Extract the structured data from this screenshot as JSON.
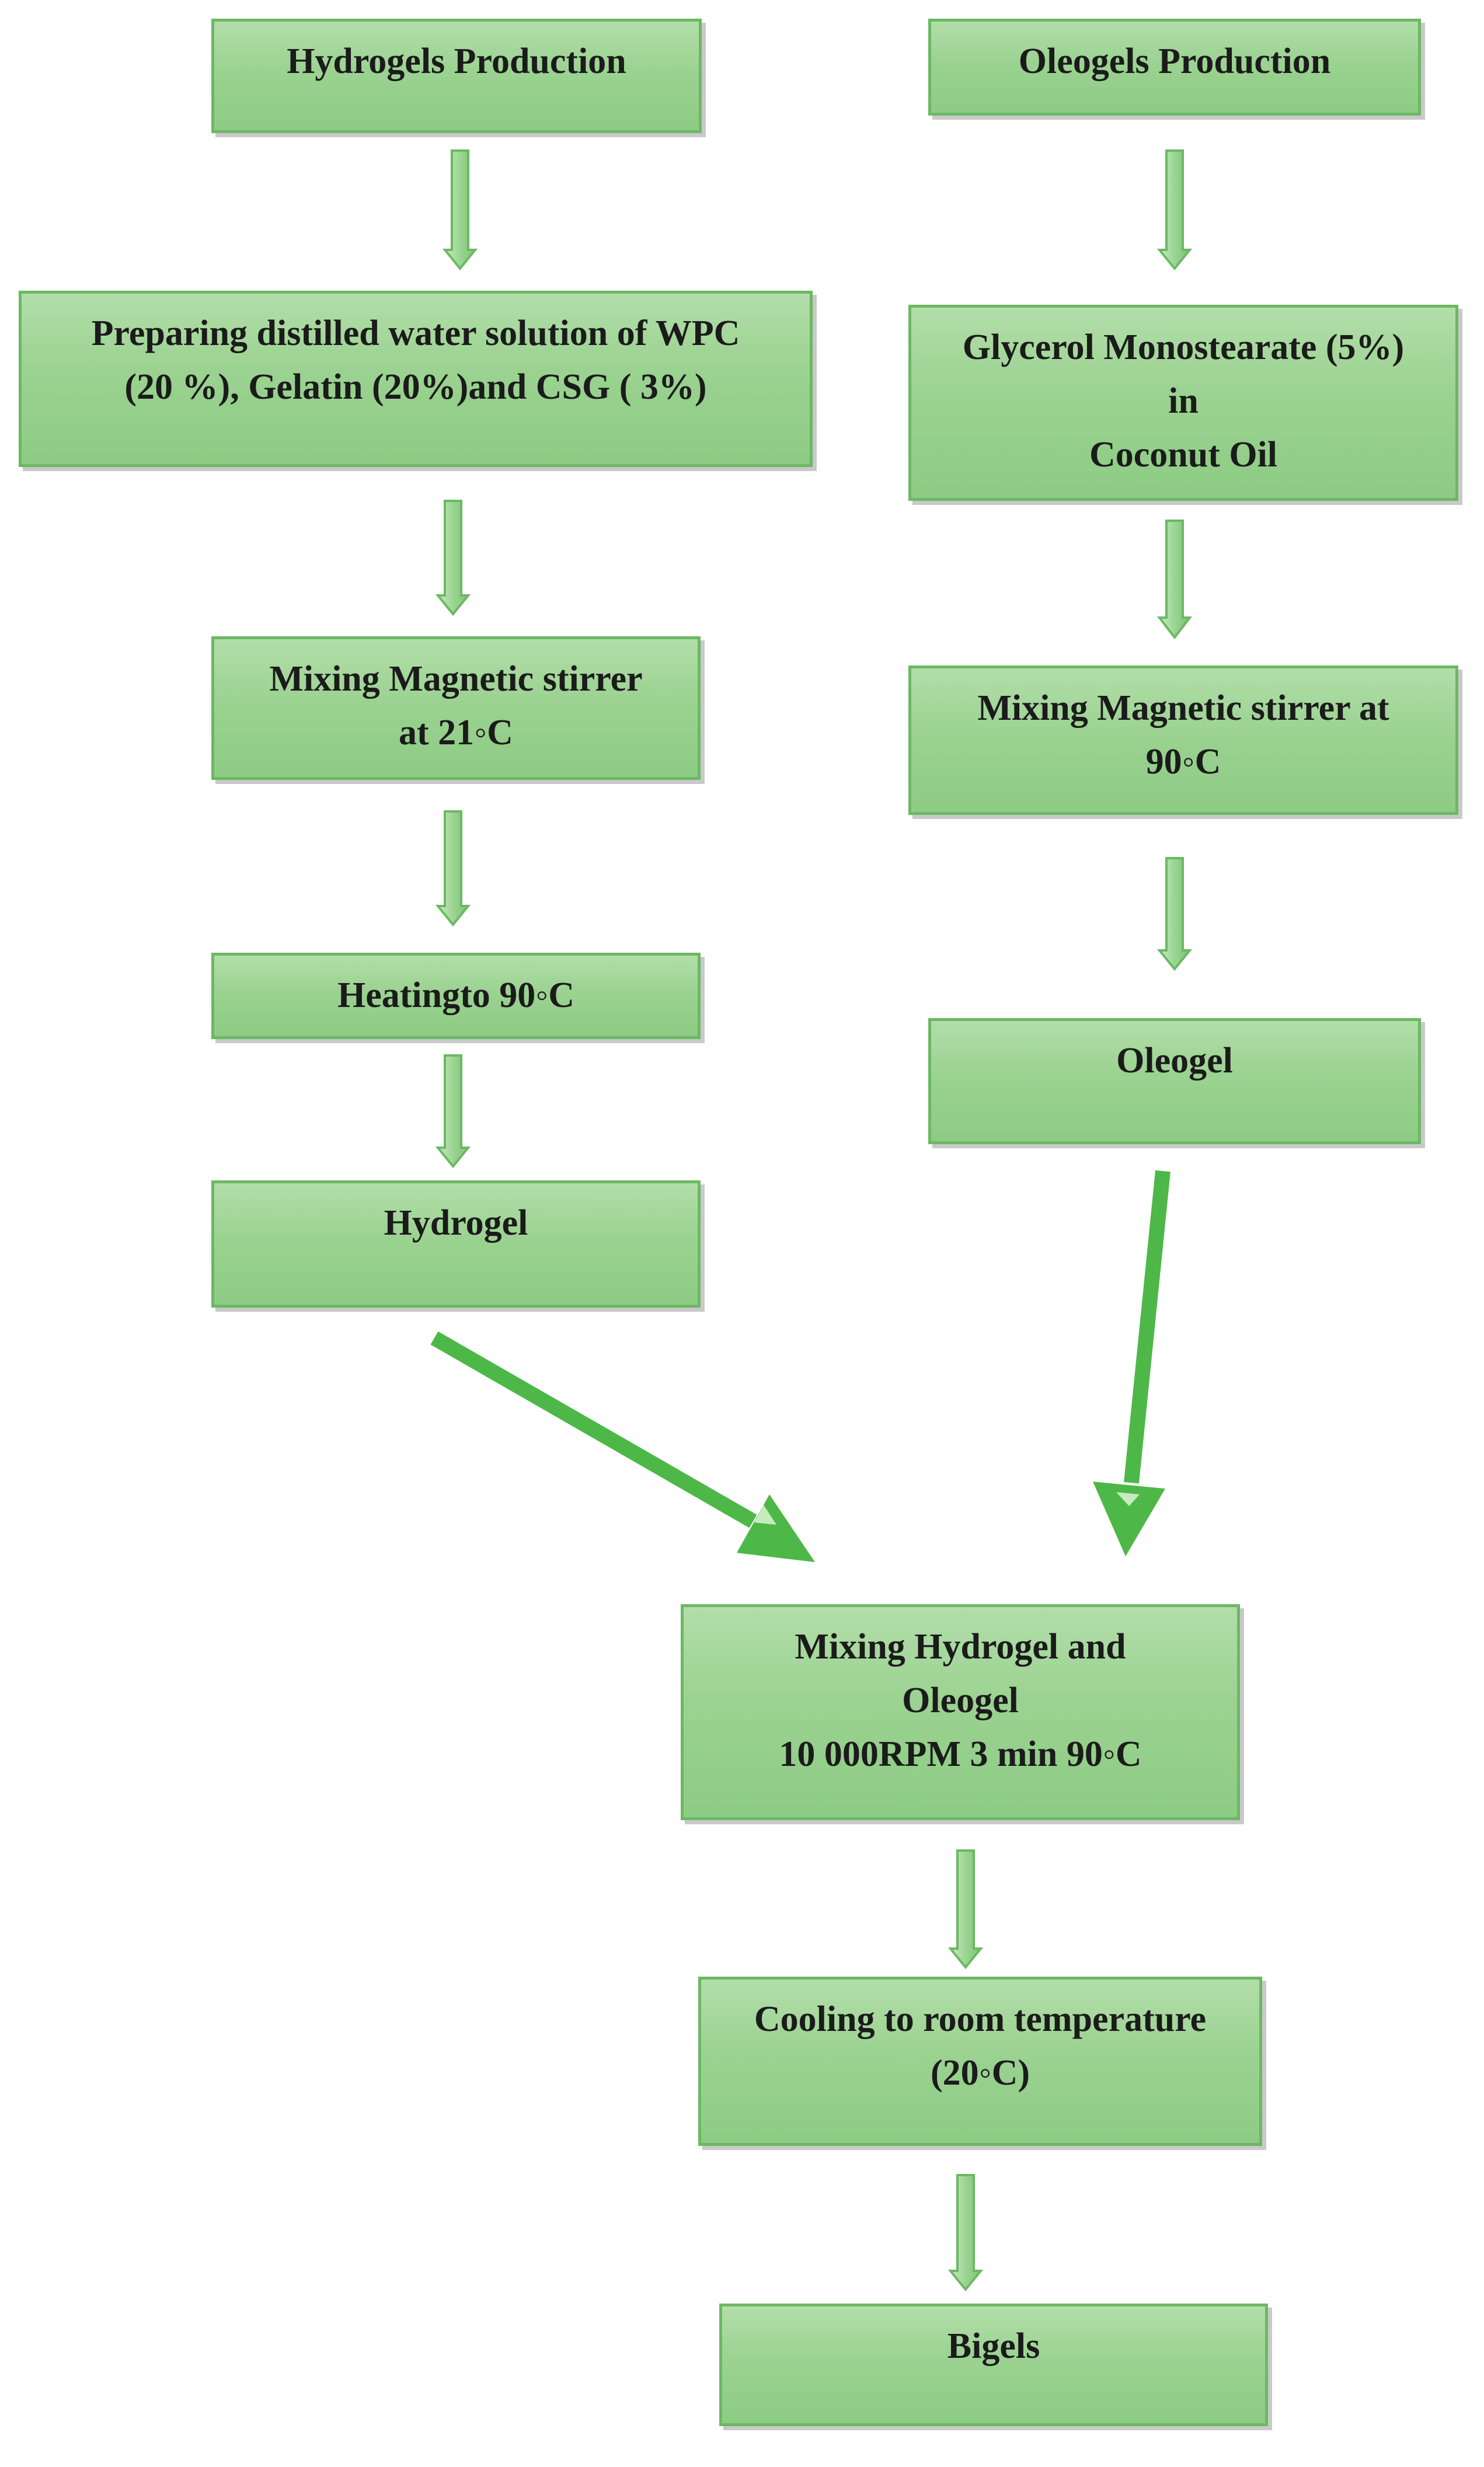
{
  "hydrogel_column": {
    "title": "Hydrogels  Production",
    "step_1": "Preparing distilled  water solution of WPC\n(20 %), Gelatin (20%)and CSG (  3%)",
    "step_2": "Mixing  Magnetic stirrer\nat 21◦C",
    "step_3": "Heatingto 90◦C",
    "result": "Hydrogel"
  },
  "oleogel_column": {
    "title": "Oleogels Production",
    "step_1": "Glycerol  Monostearate (5%)\nin\nCoconut Oil",
    "step_2": "Mixing  Magnetic stirrer at\n90◦C",
    "result": "Oleogel"
  },
  "combined": {
    "mixing": "Mixing Hydrogel and\nOleogel\n10 000RPM 3 min  90◦C",
    "cooling": "Cooling  to room  temperature\n(20◦C)",
    "final": "Bigels"
  },
  "colors": {
    "box_fill": "#9bd291",
    "box_border": "#6cb864",
    "arrow": "#4db847",
    "shadow": "#c9c9c9"
  }
}
